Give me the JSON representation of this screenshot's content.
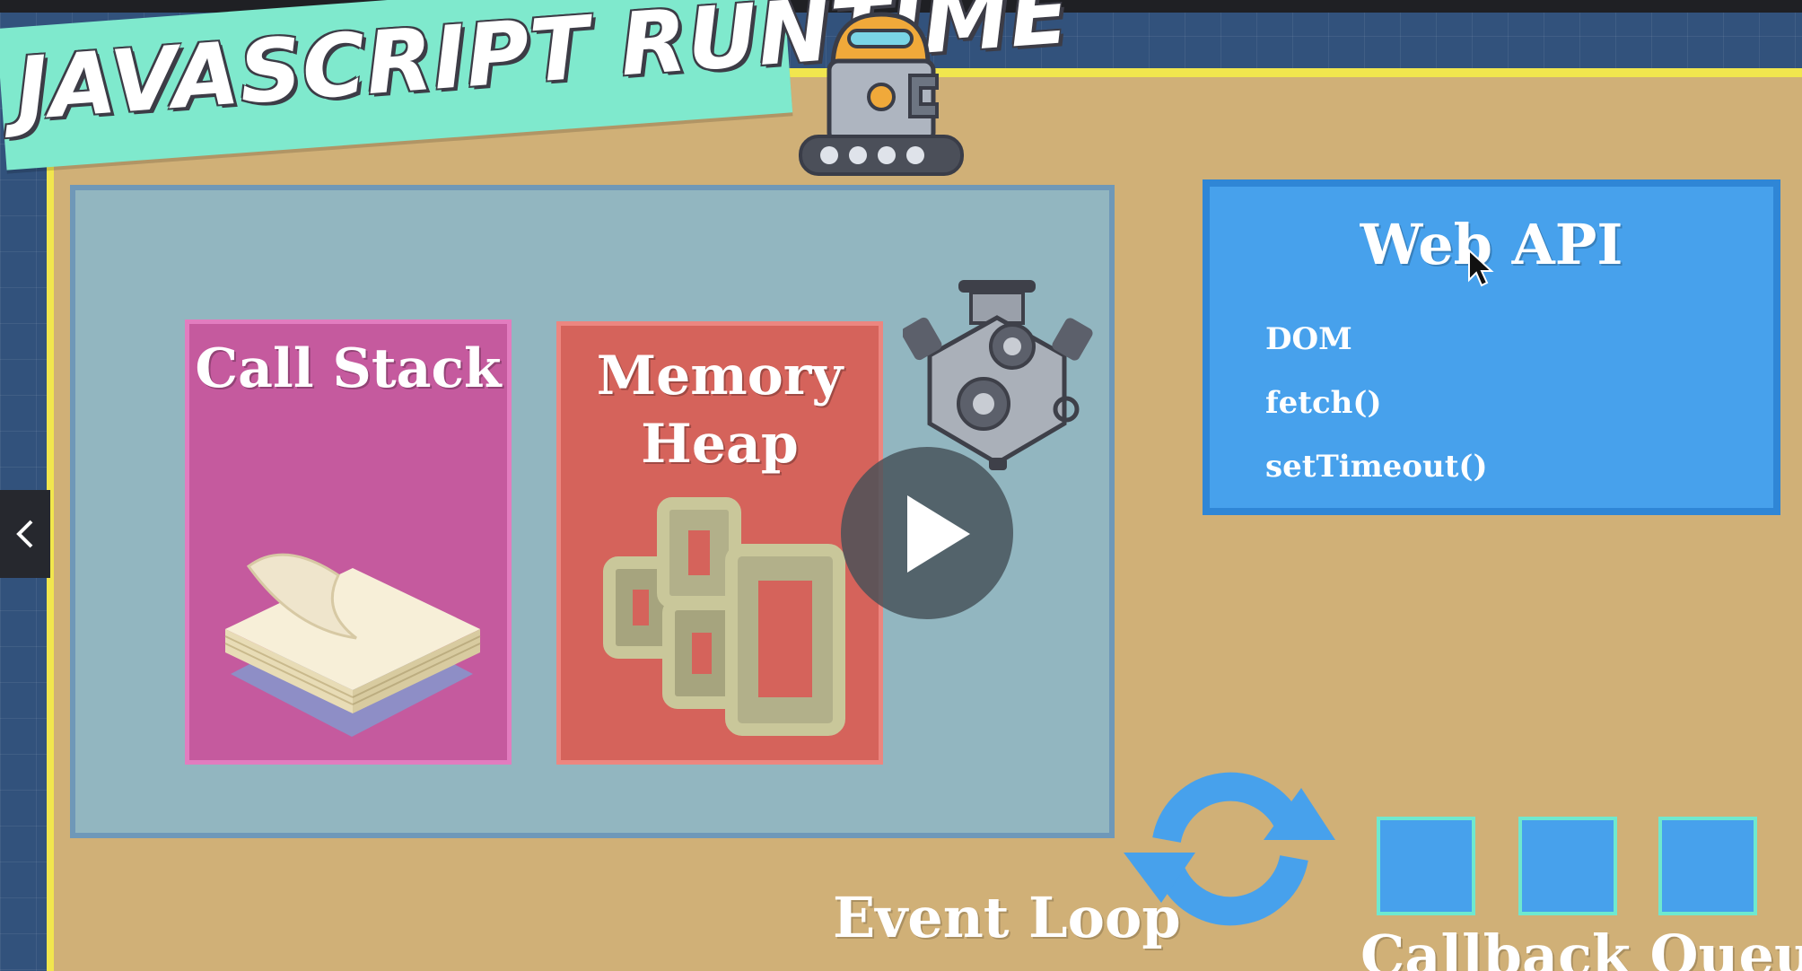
{
  "slide": {
    "banner_title": "JAVASCRIPT RUNTIME"
  },
  "engine": {
    "call_stack_title": "Call Stack",
    "memory_heap_title": "Memory\nHeap"
  },
  "web_api": {
    "title": "Web API",
    "items": [
      "DOM",
      "fetch()",
      "setTimeout()"
    ]
  },
  "event_loop": {
    "label": "Event Loop"
  },
  "callback_queue": {
    "label": "Callback Queue",
    "slots": 3
  },
  "colors": {
    "banner": "#7fe9cd",
    "call_stack": "#c55a9e",
    "memory_heap": "#d5635b",
    "web_api": "#47a1ec",
    "board": "#d0b077",
    "engine_panel": "#92b6c0"
  },
  "icons": {
    "nav": "chevron-left-icon",
    "play": "play-icon",
    "loop": "refresh-arrows-icon"
  }
}
